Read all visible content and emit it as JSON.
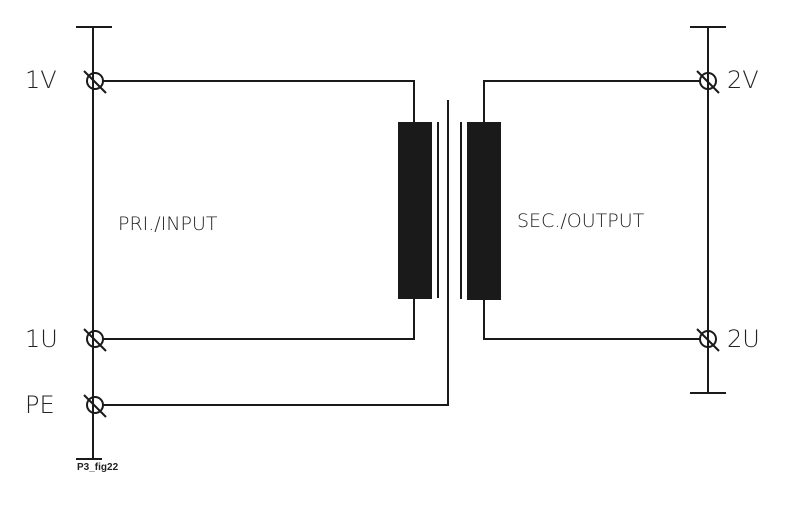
{
  "terminals": {
    "primary_top": "1V",
    "primary_bottom": "1U",
    "earth": "PE",
    "secondary_top": "2V",
    "secondary_bottom": "2U"
  },
  "labels": {
    "primary": "PRI./INPUT",
    "secondary": "SEC./OUTPUT"
  },
  "caption": "P3_fig22",
  "colors": {
    "line": "#1a1a1a",
    "coil": "#1a1a1a"
  }
}
